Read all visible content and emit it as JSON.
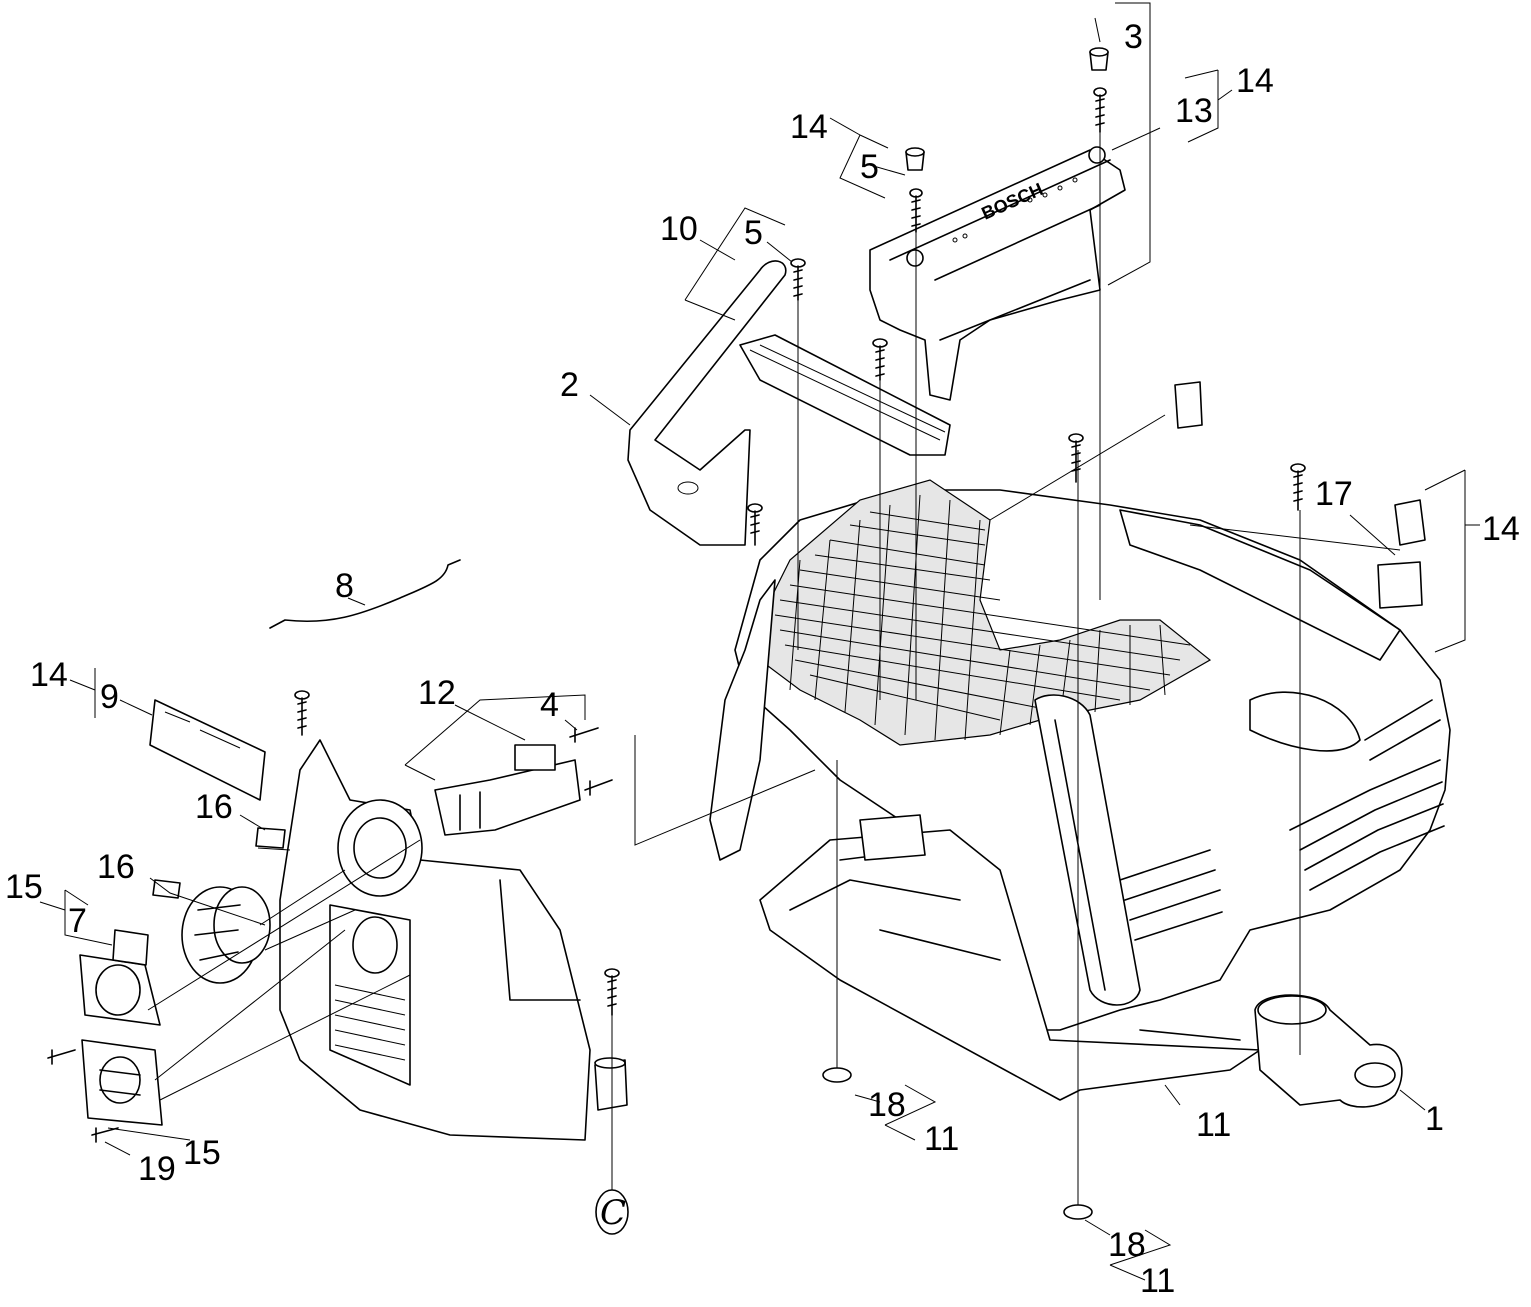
{
  "brand": "BOSCH",
  "marker": "C",
  "labels": [
    {
      "id": "3",
      "text": "3"
    },
    {
      "id": "14a",
      "text": "14"
    },
    {
      "id": "13",
      "text": "13"
    },
    {
      "id": "14b",
      "text": "14"
    },
    {
      "id": "5a",
      "text": "5"
    },
    {
      "id": "10",
      "text": "10"
    },
    {
      "id": "5b",
      "text": "5"
    },
    {
      "id": "2",
      "text": "2"
    },
    {
      "id": "17",
      "text": "17"
    },
    {
      "id": "14c",
      "text": "14"
    },
    {
      "id": "8",
      "text": "8"
    },
    {
      "id": "14d",
      "text": "14"
    },
    {
      "id": "9",
      "text": "9"
    },
    {
      "id": "12",
      "text": "12"
    },
    {
      "id": "4",
      "text": "4"
    },
    {
      "id": "16a",
      "text": "16"
    },
    {
      "id": "16b",
      "text": "16"
    },
    {
      "id": "15a",
      "text": "15"
    },
    {
      "id": "7",
      "text": "7"
    },
    {
      "id": "15b",
      "text": "15"
    },
    {
      "id": "19",
      "text": "19"
    },
    {
      "id": "18a",
      "text": "18"
    },
    {
      "id": "11a",
      "text": "11"
    },
    {
      "id": "11b",
      "text": "11"
    },
    {
      "id": "1",
      "text": "1"
    },
    {
      "id": "18b",
      "text": "18"
    },
    {
      "id": "11c",
      "text": "11"
    }
  ]
}
